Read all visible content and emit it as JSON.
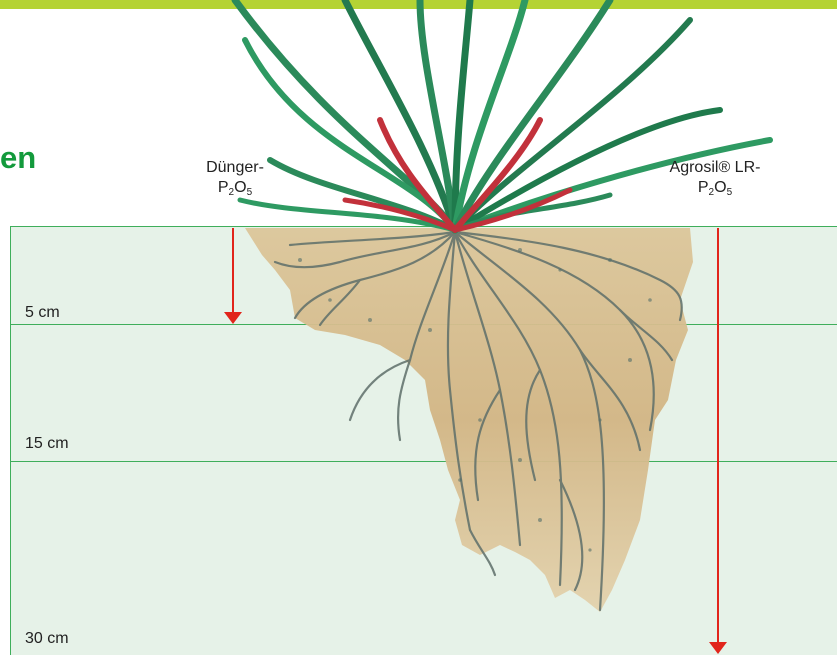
{
  "heading": {
    "text": "en"
  },
  "labels": {
    "left_arrow": {
      "line1": "Dünger-",
      "line2_main": "P",
      "sub1": "2",
      "line2_mid": "O",
      "sub2": "5"
    },
    "right_arrow": {
      "line1": "Agrosil® LR-",
      "line2_main": "P",
      "sub1": "2",
      "line2_mid": "O",
      "sub2": "5"
    }
  },
  "depths": [
    {
      "label": "5 cm"
    },
    {
      "label": "15 cm"
    },
    {
      "label": "30 cm"
    }
  ],
  "colors": {
    "stripe": "#b5d334",
    "heading": "#139a3c",
    "grid": "#3fae5b",
    "band": "#e6f2e8",
    "arrow": "#e1251b",
    "soil": "#d9c08f",
    "root": "#5e6f6a",
    "leaf": "#2b8a5a",
    "leaf_red": "#c2313b"
  }
}
